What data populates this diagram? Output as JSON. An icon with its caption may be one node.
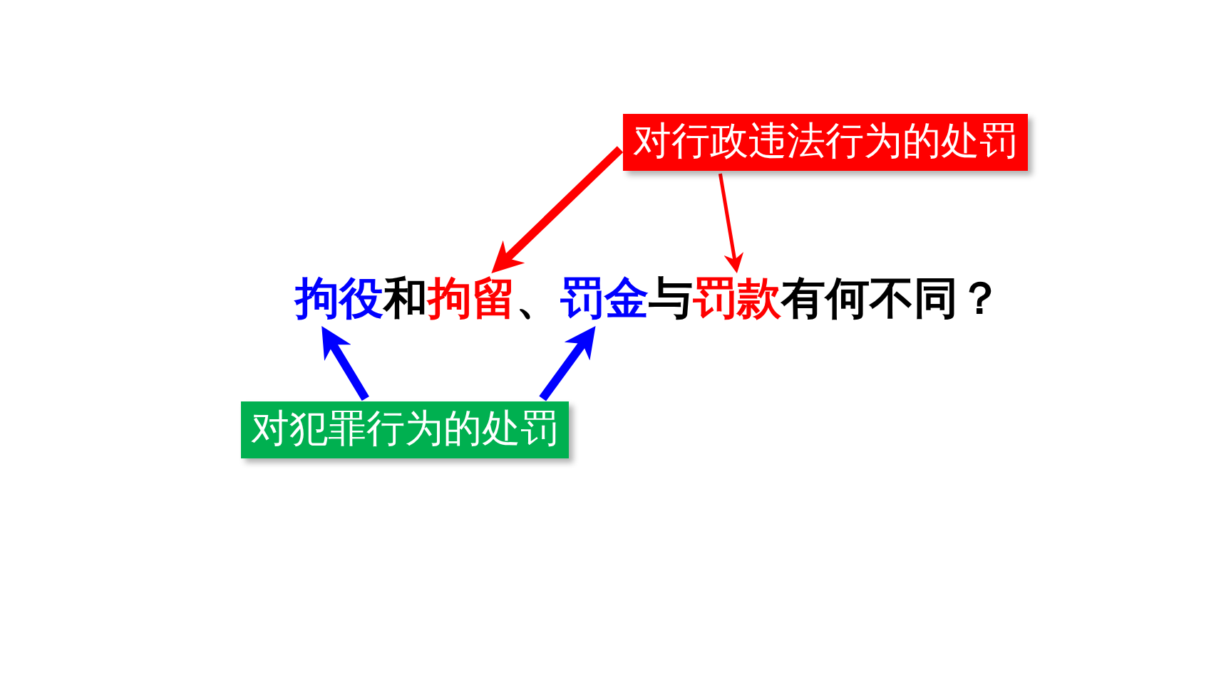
{
  "diagram": {
    "nodes": [
      {
        "text": [
          "对行政违法行为的处罚"
        ]
      },
      {
        "text": [
          "拘役"
        ]
      },
      {
        "text": [
          "拘留"
        ]
      },
      {
        "text": [
          "罚金"
        ]
      },
      {
        "text": [
          "罚款"
        ]
      },
      {
        "text": [
          "对犯罪行为的处罚"
        ]
      }
    ],
    "edges": [
      {
        "from": 0,
        "to": 2,
        "arrow": "to",
        "color": "#ff0000"
      },
      {
        "from": 0,
        "to": 4,
        "arrow": "to",
        "color": "#ff0000"
      },
      {
        "from": 5,
        "to": 1,
        "arrow": "to",
        "color": "#0000ff"
      },
      {
        "from": 5,
        "to": 3,
        "arrow": "to",
        "color": "#0000ff"
      }
    ],
    "labels": [
      "和",
      "、",
      "与",
      "有何不同？"
    ]
  }
}
